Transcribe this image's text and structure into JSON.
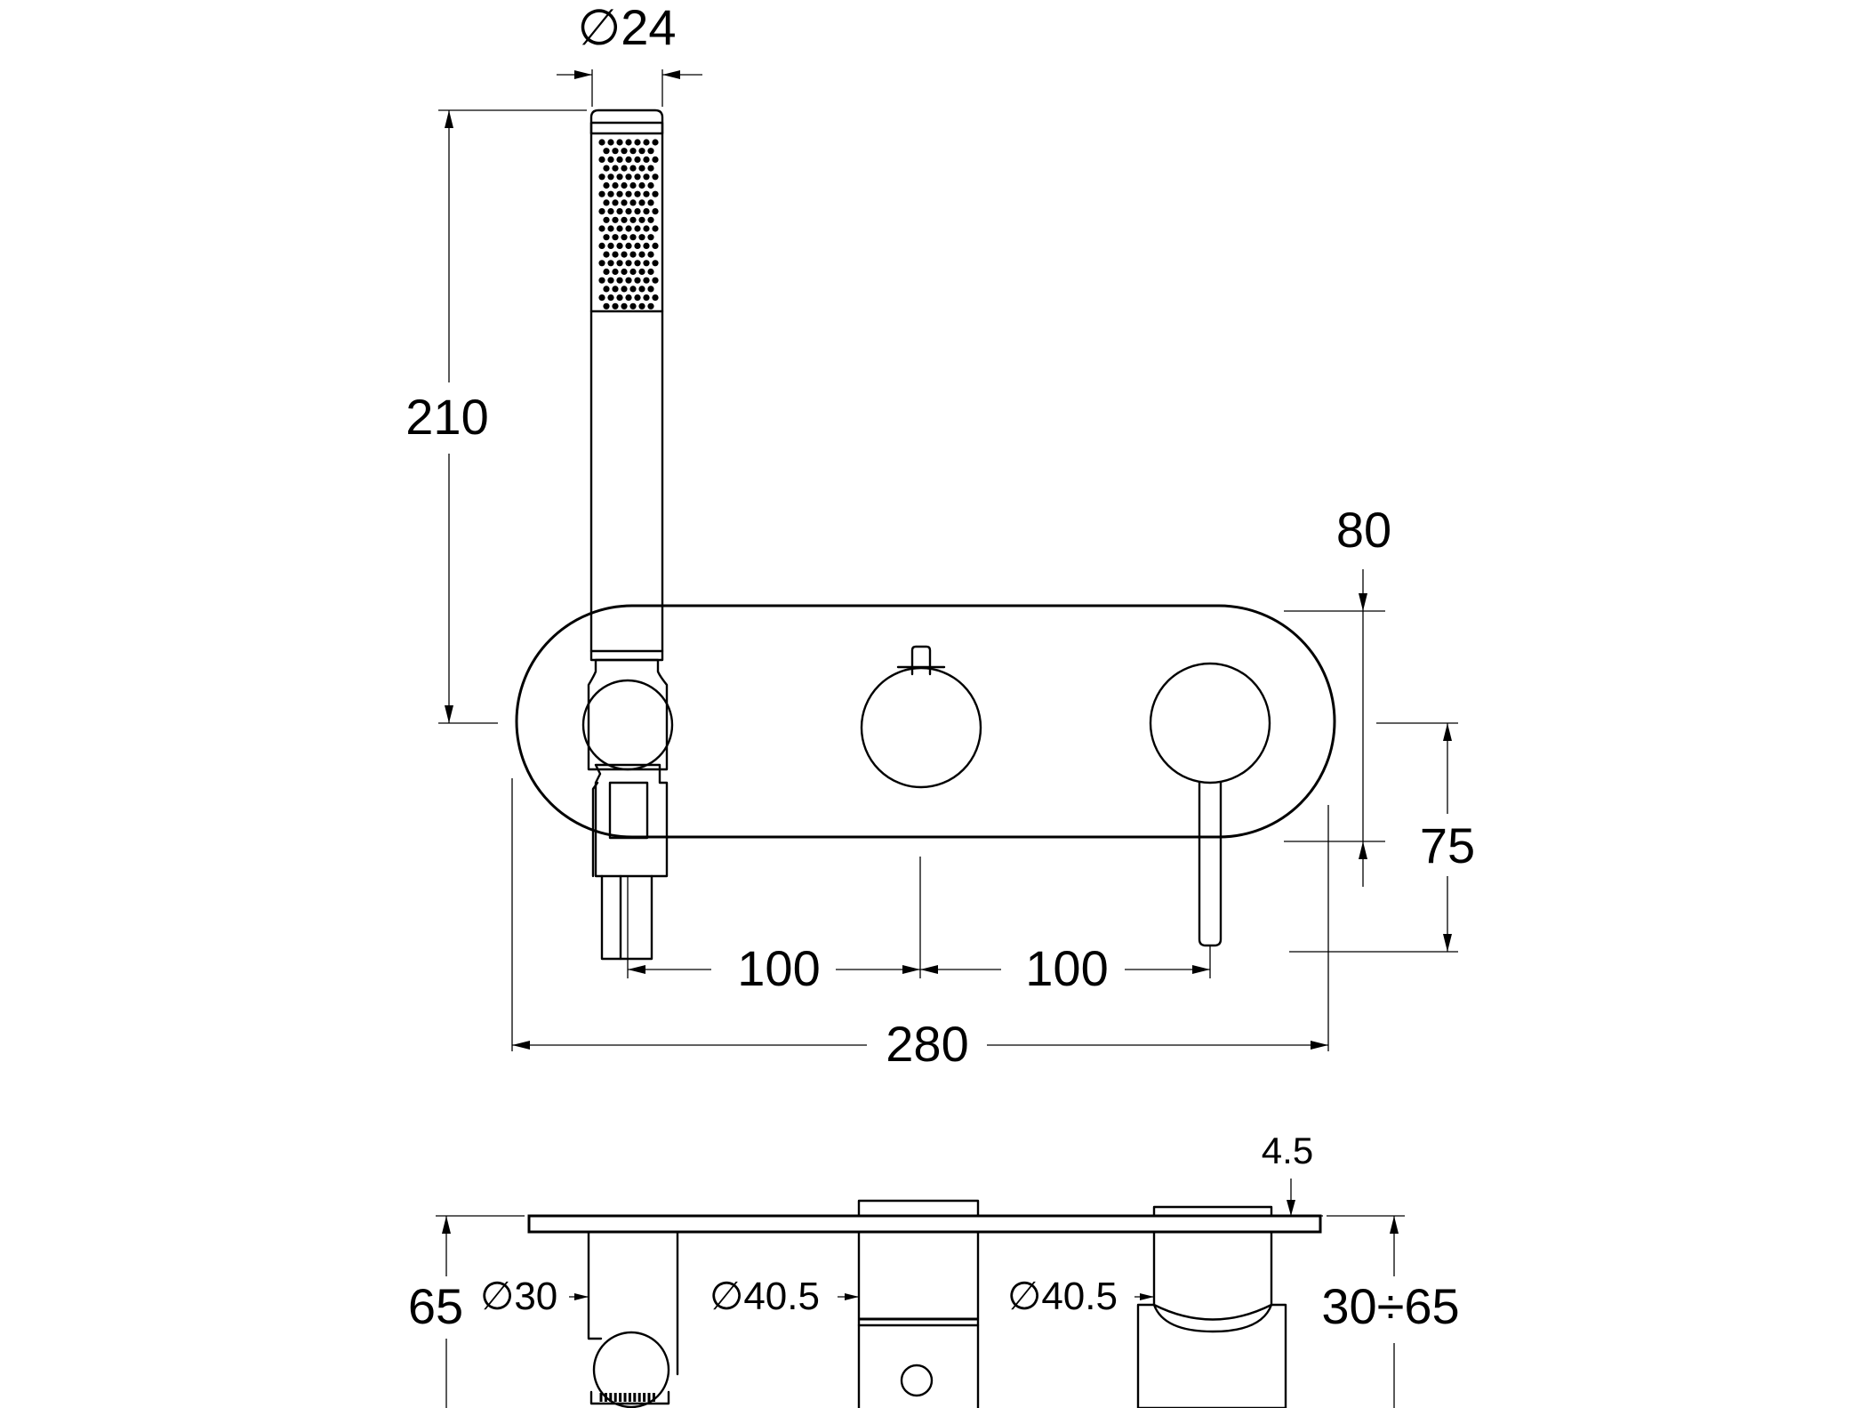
{
  "dimensions": {
    "handshower_diameter": "∅24",
    "handshower_height": "210",
    "plate_height": "80",
    "lever_length": "75",
    "spacing_left": "100",
    "spacing_right": "100",
    "plate_width": "280",
    "plate_thickness": "4.5",
    "depth_total": "65",
    "outlet_diameter": "∅30",
    "knob_diameter_middle": "∅40.5",
    "knob_diameter_right": "∅40.5",
    "wall_depth_range": "30÷65"
  },
  "colors": {
    "line": "#000000",
    "background": "#ffffff"
  }
}
